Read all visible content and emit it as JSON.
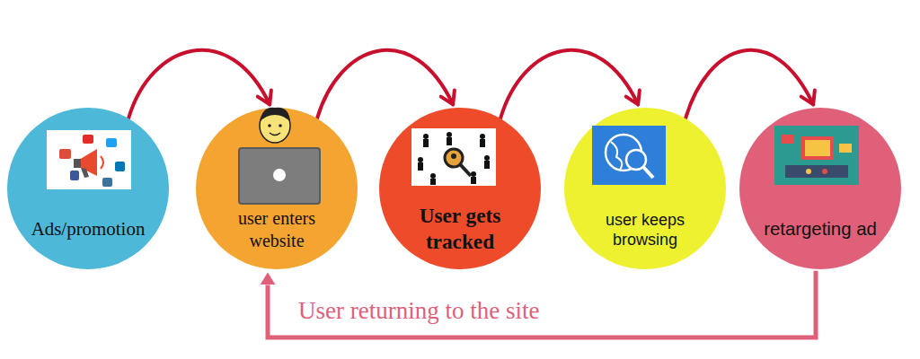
{
  "diagram": {
    "nodes": [
      {
        "text": [
          "Ads/promotion"
        ]
      },
      {
        "text": [
          "user enters website"
        ]
      },
      {
        "text": [
          "User gets tracked"
        ]
      },
      {
        "text": [
          "user keeps browsing"
        ]
      },
      {
        "text": [
          "retargeting ad"
        ]
      }
    ],
    "edges": [
      {
        "from": 0,
        "to": 1,
        "arrow": "to"
      },
      {
        "from": 1,
        "to": 2,
        "arrow": "to"
      },
      {
        "from": 2,
        "to": 3,
        "arrow": "to"
      },
      {
        "from": 3,
        "to": 4,
        "arrow": "to"
      },
      {
        "from": 4,
        "to": 1,
        "label": "User returning to the site",
        "arrow": "to"
      }
    ]
  }
}
